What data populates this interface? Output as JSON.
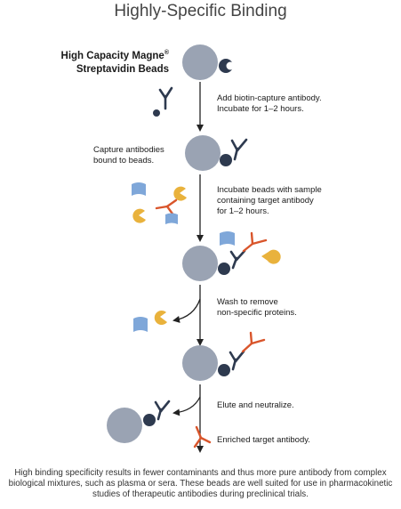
{
  "title": "Highly-Specific Binding",
  "beads_label": {
    "line1": "High Capacity Magne",
    "mark": "®",
    "line2": "Streptavidin Beads"
  },
  "steps": {
    "add_antibody": {
      "line1": "Add biotin-capture antibody.",
      "line2": "Incubate for 1–2 hours."
    },
    "capture": {
      "line1": "Capture antibodies",
      "line2": "bound to beads."
    },
    "incubate": {
      "line1": "Incubate beads with sample",
      "line2": "containing target antibody",
      "line3": "for 1–2 hours."
    },
    "wash": {
      "line1": "Wash to remove",
      "line2": "non-specific proteins."
    },
    "elute": "Elute and neutralize.",
    "enriched": "Enriched target antibody."
  },
  "caption": "High binding specificity results in fewer contaminants and thus more pure antibody from complex biological mixtures, such as plasma or sera. These beads are well suited for use in pharmacokinetic studies of therapeutic antibodies during preclinical trials.",
  "colors": {
    "bead": "#9aa3b3",
    "biotin": "#2e3a4f",
    "antibody": "#2e3a4f",
    "target_antibody": "#d9552b",
    "contaminant_blue": "#7fa7d9",
    "contaminant_yellow": "#e9b23c",
    "arrow": "#222222"
  }
}
